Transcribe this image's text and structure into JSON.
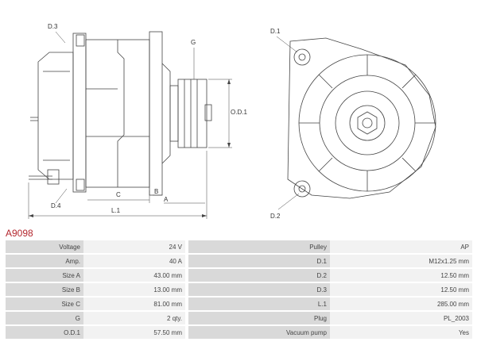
{
  "drawing": {
    "labels": {
      "d3": "D.3",
      "g": "G",
      "od1": "O.D.1",
      "d4": "D.4",
      "b": "B",
      "c": "C",
      "a": "A",
      "l1": "L.1",
      "d1": "D.1",
      "d2": "D.2"
    }
  },
  "part_code": "A9098",
  "specs": {
    "left": [
      {
        "key": "Voltage",
        "value": "24 V"
      },
      {
        "key": "Amp.",
        "value": "40 A"
      },
      {
        "key": "Size A",
        "value": "43.00 mm"
      },
      {
        "key": "Size B",
        "value": "13.00 mm"
      },
      {
        "key": "Size C",
        "value": "81.00 mm"
      },
      {
        "key": "G",
        "value": "2 qty."
      },
      {
        "key": "O.D.1",
        "value": "57.50 mm"
      }
    ],
    "right": [
      {
        "key": "Pulley",
        "value": "AP"
      },
      {
        "key": "D.1",
        "value": "M12x1.25 mm"
      },
      {
        "key": "D.2",
        "value": "12.50 mm"
      },
      {
        "key": "D.3",
        "value": "12.50 mm"
      },
      {
        "key": "L.1",
        "value": "285.00 mm"
      },
      {
        "key": "Plug",
        "value": "PL_2003"
      },
      {
        "key": "Vacuum pump",
        "value": "Yes"
      }
    ]
  }
}
